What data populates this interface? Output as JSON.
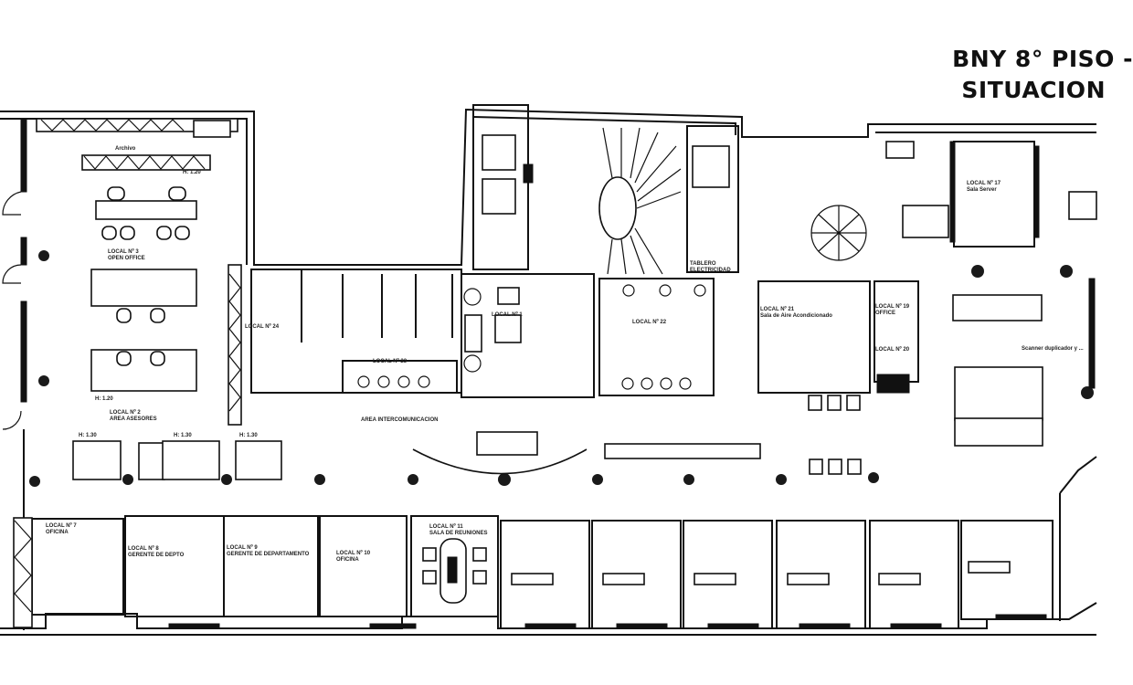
{
  "header": {
    "title_line1": "BNY 8° PISO -",
    "title_line2": "SITUACION"
  },
  "plan": {
    "rooms": [
      {
        "id": "local-3",
        "label": "LOCAL Nº 3",
        "sublabel": "OPEN OFFICE"
      },
      {
        "id": "local-2",
        "label": "LOCAL Nº 2",
        "sublabel": "AREA ASESORES"
      },
      {
        "id": "local-24",
        "label": "LOCAL Nº 24",
        "sublabel": ""
      },
      {
        "id": "local-23",
        "label": "LOCAL Nº 23",
        "sublabel": ""
      },
      {
        "id": "local-1",
        "label": "LOCAL Nº 1",
        "sublabel": ""
      },
      {
        "id": "local-22",
        "label": "LOCAL Nº 22",
        "sublabel": ""
      },
      {
        "id": "local-21",
        "label": "LOCAL Nº 21",
        "sublabel": "Sala de Aire Acondicionado"
      },
      {
        "id": "local-19",
        "label": "LOCAL Nº 19",
        "sublabel": "OFFICE"
      },
      {
        "id": "local-20",
        "label": "LOCAL Nº 20",
        "sublabel": ""
      },
      {
        "id": "local-17",
        "label": "LOCAL Nº 17",
        "sublabel": "Sala Server"
      },
      {
        "id": "local-7",
        "label": "LOCAL Nº 7",
        "sublabel": "OFICINA"
      },
      {
        "id": "local-8",
        "label": "LOCAL Nº 8",
        "sublabel": "GERENTE DE DEPTO"
      },
      {
        "id": "local-9",
        "label": "LOCAL Nº 9",
        "sublabel": "GERENTE DE DEPARTAMENTO"
      },
      {
        "id": "local-10",
        "label": "LOCAL Nº 10",
        "sublabel": "OFICINA"
      },
      {
        "id": "local-11",
        "label": "LOCAL Nº 11",
        "sublabel": "SALA DE REUNIONES"
      }
    ],
    "annotations": {
      "archivo": "Archivo",
      "area_intercomunicacion": "AREA INTERCOMUNICACION",
      "tablero": "TABLERO ELECTRICIDAD",
      "scanner": "Scanner duplicador y ...",
      "h120": "h: 1.20",
      "h130": "h: 1.30"
    }
  }
}
